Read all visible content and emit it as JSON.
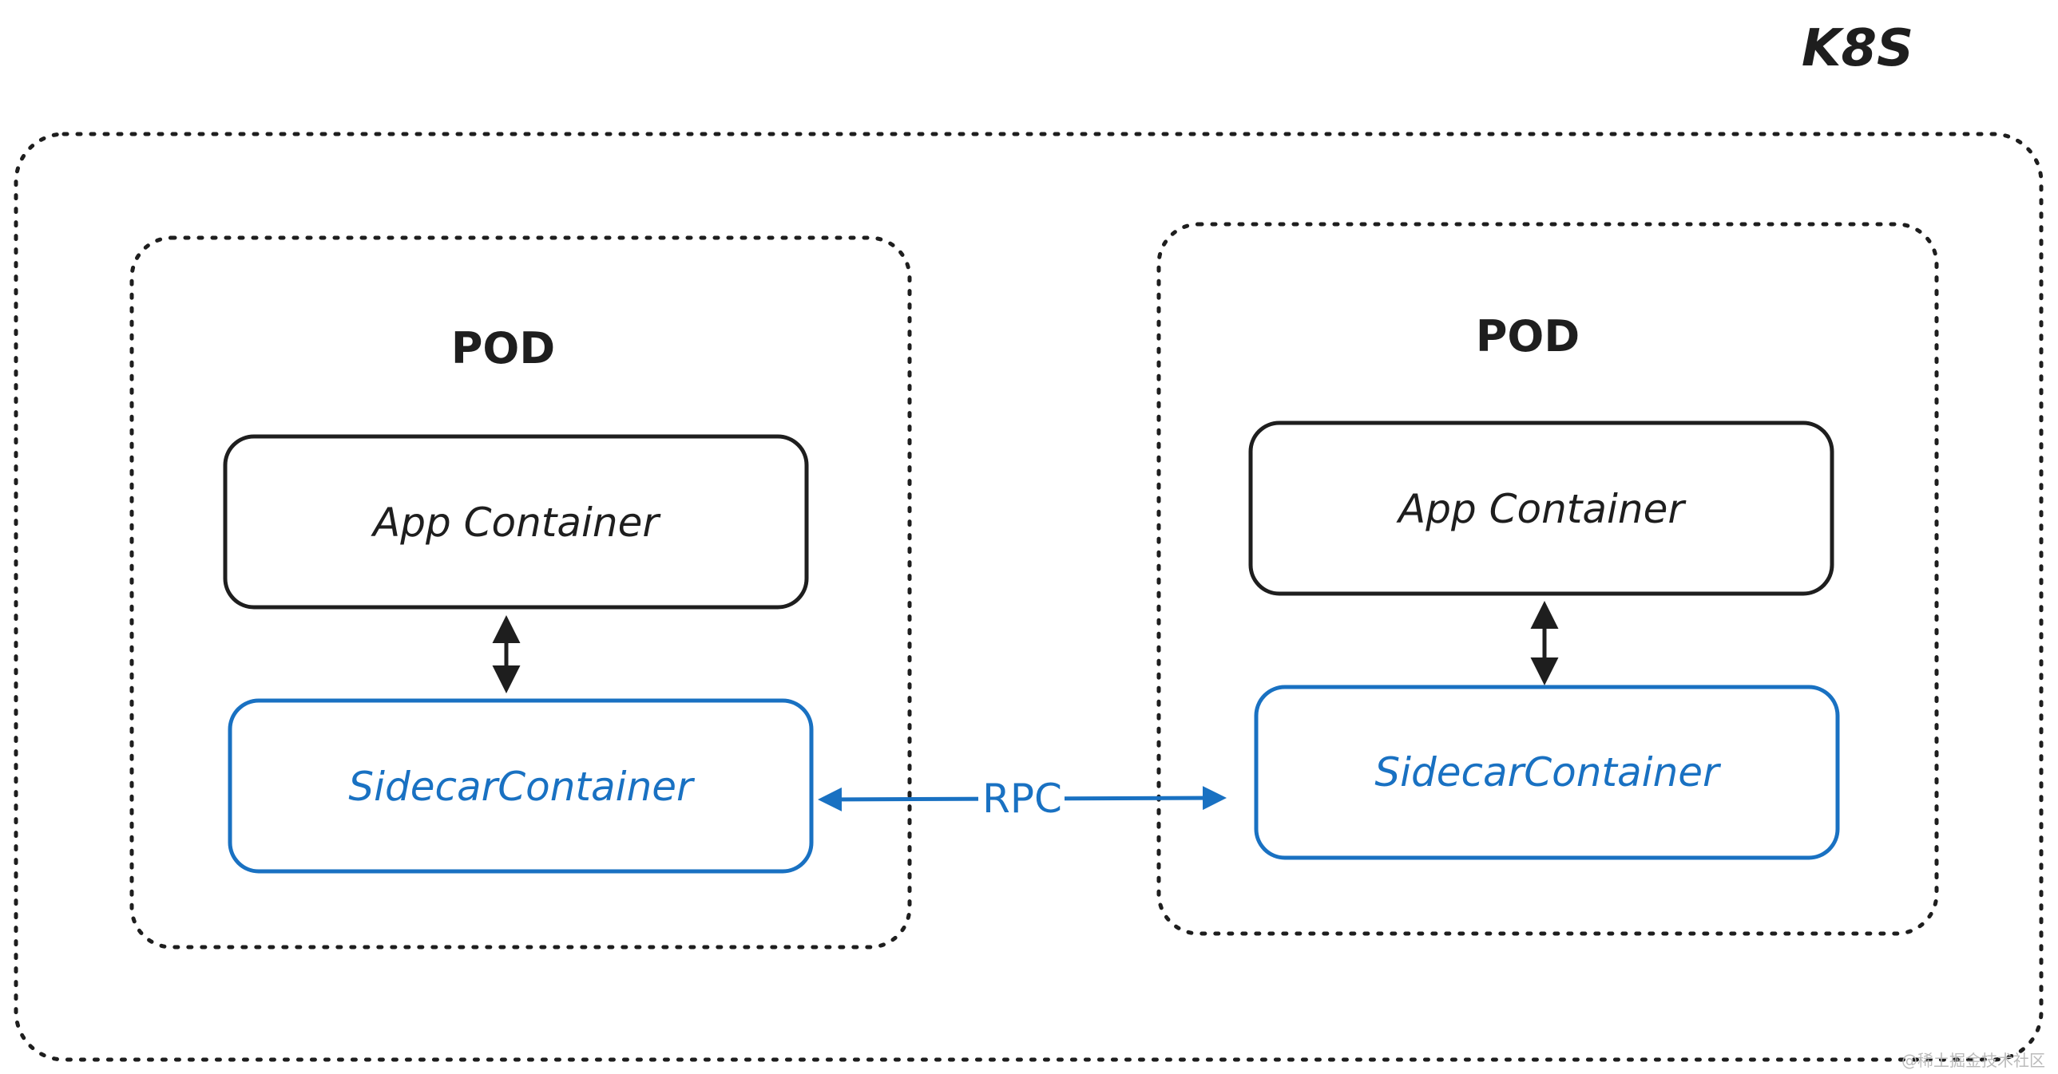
{
  "k8s_label": "K8S",
  "pods": [
    {
      "title": "POD",
      "app_container": "App Container",
      "sidecar_container": "SidecarContainer"
    },
    {
      "title": "POD",
      "app_container": "App Container",
      "sidecar_container": "SidecarContainer"
    }
  ],
  "rpc_label": "RPC",
  "watermark": "@稀土掘金技术社区",
  "colors": {
    "ink": "#1e1e1e",
    "sidecar": "#1971c2",
    "watermark": "#bbbbbb",
    "background": "#ffffff"
  }
}
